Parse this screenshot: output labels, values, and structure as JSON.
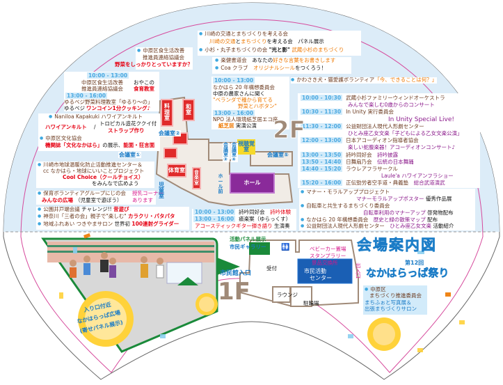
{
  "left": {
    "shoku": {
      "org1": "中原区食生活改善",
      "org2": "推進員連絡協議会",
      "title": "野菜をしっかりとっていますか？"
    },
    "cooking": {
      "t1": "10:00 - 13:00",
      "org1": "中原区食生活改善",
      "org2": "推進員連絡協議会",
      "p1": "おやこの",
      "title1": "食育教室",
      "t2": "13:00 - 16:00",
      "org3": "ゆるベジ野菜料理教室「ゆるり〜の」",
      "p2": "ゆるベジ",
      "title2": "ワンコイン1分クッキング♪"
    },
    "naniloa": {
      "org": "Naniloa Kapakuki ハワイアンキルト",
      "t1": "ハワイアンキルト",
      "sep": "/",
      "t2a": "トロピカル造花ククイ付",
      "t2b": "ストラップ作り"
    },
    "bunka": {
      "org": "中原区文化協会",
      "t1": "機関誌「文化なかはら」",
      "p": "の展示、",
      "t2": "能面・狂言面"
    },
    "ondanka": {
      "org1": "川崎市地球温暖化防止活動推進センター＆",
      "org2": "cc なかはら・地球にいいことプロジェクト",
      "title": "Cool Choice（クールチョイス）",
      "tail": "をみんなで広めよう"
    },
    "hoiku": {
      "org": "保育ボランティアグループにじの会",
      "title": "みんなの広場",
      "sub": "（児童室で遊ぼう）",
      "nursing1": "授乳コーナー",
      "nursing2": "あります"
    },
    "bottom": [
      {
        "org": "公園井戸端会議",
        "pre": "チャレンジ!!",
        "title": "昔遊び"
      },
      {
        "org": "神奈川「三者の会」親子で\"楽しむ\"",
        "pre": "",
        "title": "カラクリ・パタパタ"
      },
      {
        "org": "地域ふれあい つきやまサロン",
        "pre": "世界初",
        "title": "100連射グライダー"
      }
    ]
  },
  "top": {
    "kotsu": {
      "org": "川崎の交通とまちづくりを考える会",
      "a": "川崎の交通",
      "b": "と",
      "c": "まちづくり",
      "d": "を考える会",
      "e": "パネル展示"
    },
    "kosugi": {
      "org": "小杉・丸子まちづくりの会",
      "q": "\"光と影\"",
      "title": "武蔵小杉のまちづくり"
    },
    "shodo": {
      "org": "楽健書道会",
      "p": "あなたの",
      "title": "好きな言葉をお書きします"
    },
    "coa": {
      "org": "Coa クラブ",
      "title": "オリジナルシール",
      "tail": "をつくろう！"
    },
    "room3": {
      "t1": "10:00 - 13:00",
      "org1": "なかはら 20 年構想委員会",
      "sub": "中原の農家さんに聞く",
      "title1": "\"ベランダで種から育てる",
      "title2": "野菜とハボタン\"",
      "t2": "13:00 - 16:00",
      "org2": "NPO 法人環境紙芝居エコ座",
      "title3": "紙芝居",
      "tail": "実演公演"
    },
    "dog": {
      "org": "かわさき犬・猫愛護ボランティア",
      "title": "「今、できることは何？」"
    }
  },
  "schedule": [
    {
      "time": "10:00 - 10:30",
      "org": "武蔵小杉ファミリーウィンドオーケストラ",
      "title": "みんなで楽しむ0歳からのコンサート"
    },
    {
      "time": "10:30 - 11:30",
      "org": "In Unity 実行委員会",
      "title": "In Unity Special Live!"
    },
    {
      "time": "11:30 - 12:00",
      "org": "公益財団法人現代人形劇センター",
      "title": "ひとみ座乙女文楽「子どもによる乙女文楽公演」"
    },
    {
      "time": "12:00 - 13:00",
      "org": "日本アコーディオン指導者協会",
      "title": "楽しい蛇腹楽器！アコーディオンコンサート♪"
    },
    {
      "time": "13:00 - 13:50",
      "org": "詩吟同好会",
      "title": "詩吟披露"
    },
    {
      "time": "13:50 - 14:40",
      "org": "日舞扇乃会",
      "title": "伝統の日本舞踊"
    },
    {
      "time": "14:40 - 15:20",
      "org": "ラウレアフラサークル",
      "title": "Laule'a ハワイアンフラショー"
    },
    {
      "time": "15:20 - 16:00",
      "org": "正伝勁労者空手道・典義塾",
      "title": "総合武道演武"
    }
  ],
  "lobby": [
    {
      "org": "マナー・モラルアッププロジェクト",
      "title": "マナーモラルアップポスター",
      "tail": "優秀作品展"
    },
    {
      "org": "自転車と共生するまちづくり委員会",
      "title": "自転車利用のマナーアップ",
      "tail": "啓発物配布"
    },
    {
      "org": "なかはら 20 年構想委員会",
      "title": "歴史と緑の散策マップ",
      "tail": "配布"
    },
    {
      "org": "公益財団法人現代人形劇センター",
      "title": "ひとみ座乙女文楽",
      "tail": "活動紹介"
    }
  ],
  "music": {
    "t1": "10:00 - 13:00",
    "org1": "詩吟同好会",
    "title1": "詩吟体験",
    "t2": "13:00 - 16:00",
    "org2": "瘉楽案（ゆらっくす）",
    "title2": "アコースティックギター弾き語り",
    "tail": "生演奏"
  },
  "rooms2f": {
    "cooking": "料理室",
    "japanese": "和室",
    "conf1": "会議室①",
    "conf2": "会議室②",
    "conf3": "会議室③",
    "conf4": "会議室④",
    "conf5": "会議室⑤",
    "gym": "体育室",
    "music": "音楽室",
    "kids": "児童室",
    "av": "視聴覚室",
    "hall": "ホール",
    "hallfront": "ホール前",
    "floor": "2F"
  },
  "f1": {
    "floor": "1F",
    "entrance": "市民館入口",
    "gallery_note": "活動パネル展示",
    "gallery": "市民ギャラリー",
    "reception": "受付",
    "stroller": "ベビーカー置場",
    "stamp1": "スタンプラリー",
    "stamp2": "景品交換所",
    "center1": "市民活動",
    "center2": "センター",
    "exit": "出入口",
    "lounge": "ラウンジ",
    "bike": "駐輪場"
  },
  "plaza": {
    "l1": "入り口付近",
    "l2": "なかはらっぱ広場",
    "l3": "(寄せパネル展示)"
  },
  "title": {
    "main": "会場案内図",
    "edition": "第12回",
    "festival": "なかはらっぱ祭り"
  },
  "machi": {
    "org1": "中原区",
    "org2": "まちづくり推進委員会",
    "t1": "まちふぉと写真展＆",
    "t2": "出張まちづくりサロン"
  },
  "colors": {
    "sky": "#dcecf8",
    "red": "#e60012",
    "orange": "#ee7800",
    "purple": "#8b1a8b",
    "blue": "#1a7bc6",
    "green": "#1a8a3a"
  }
}
